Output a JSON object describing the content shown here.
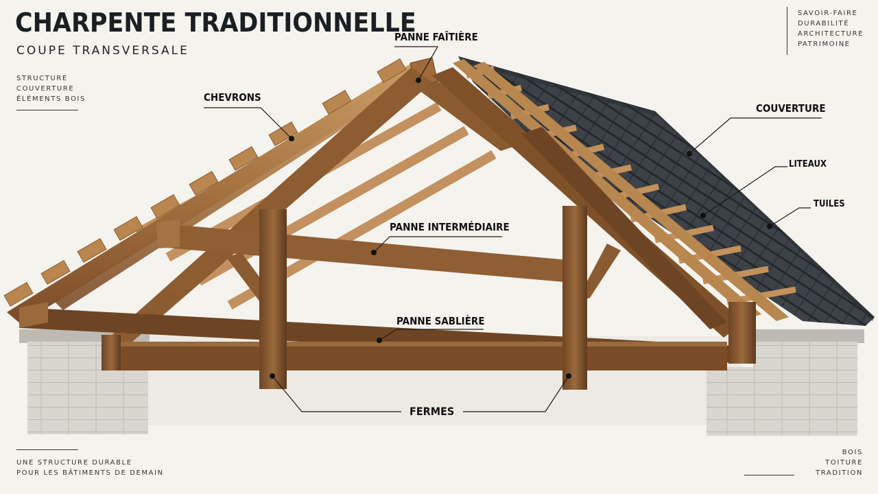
{
  "header": {
    "title": "CHARPENTE TRADITIONNELLE",
    "subtitle": "COUPE TRANSVERSALE"
  },
  "top_left_list": [
    "STRUCTURE",
    "COUVERTURE",
    "ÉLÉMENTS BOIS"
  ],
  "top_right_list": [
    "SAVOIR-FAIRE",
    "DURABILITÉ",
    "ARCHITECTURE",
    "PATRIMOINE"
  ],
  "bottom_left_list": [
    "UNE STRUCTURE DURABLE",
    "POUR LES BÂTIMENTS DE DEMAIN"
  ],
  "bottom_right_list": [
    "BOIS",
    "TOITURE",
    "TRADITION"
  ],
  "labels": {
    "panne_faitiere": "PANNE FAÎTIÈRE",
    "chevrons": "CHEVRONS",
    "couverture": "COUVERTURE",
    "liteaux": "LITEAUX",
    "tuiles": "TUILES",
    "panne_intermediaire": "PANNE INTERMÉDIAIRE",
    "panne_sabliere": "PANNE SABLIÈRE",
    "fermes": "FERMES"
  },
  "colors": {
    "wood_light": "#c89a62",
    "wood_mid": "#a4703e",
    "wood_dark": "#6e4524",
    "tile": "#3b4045",
    "tile_dark": "#2a2e33",
    "stone": "#d4d1ca",
    "background": "#f5f3ee"
  }
}
